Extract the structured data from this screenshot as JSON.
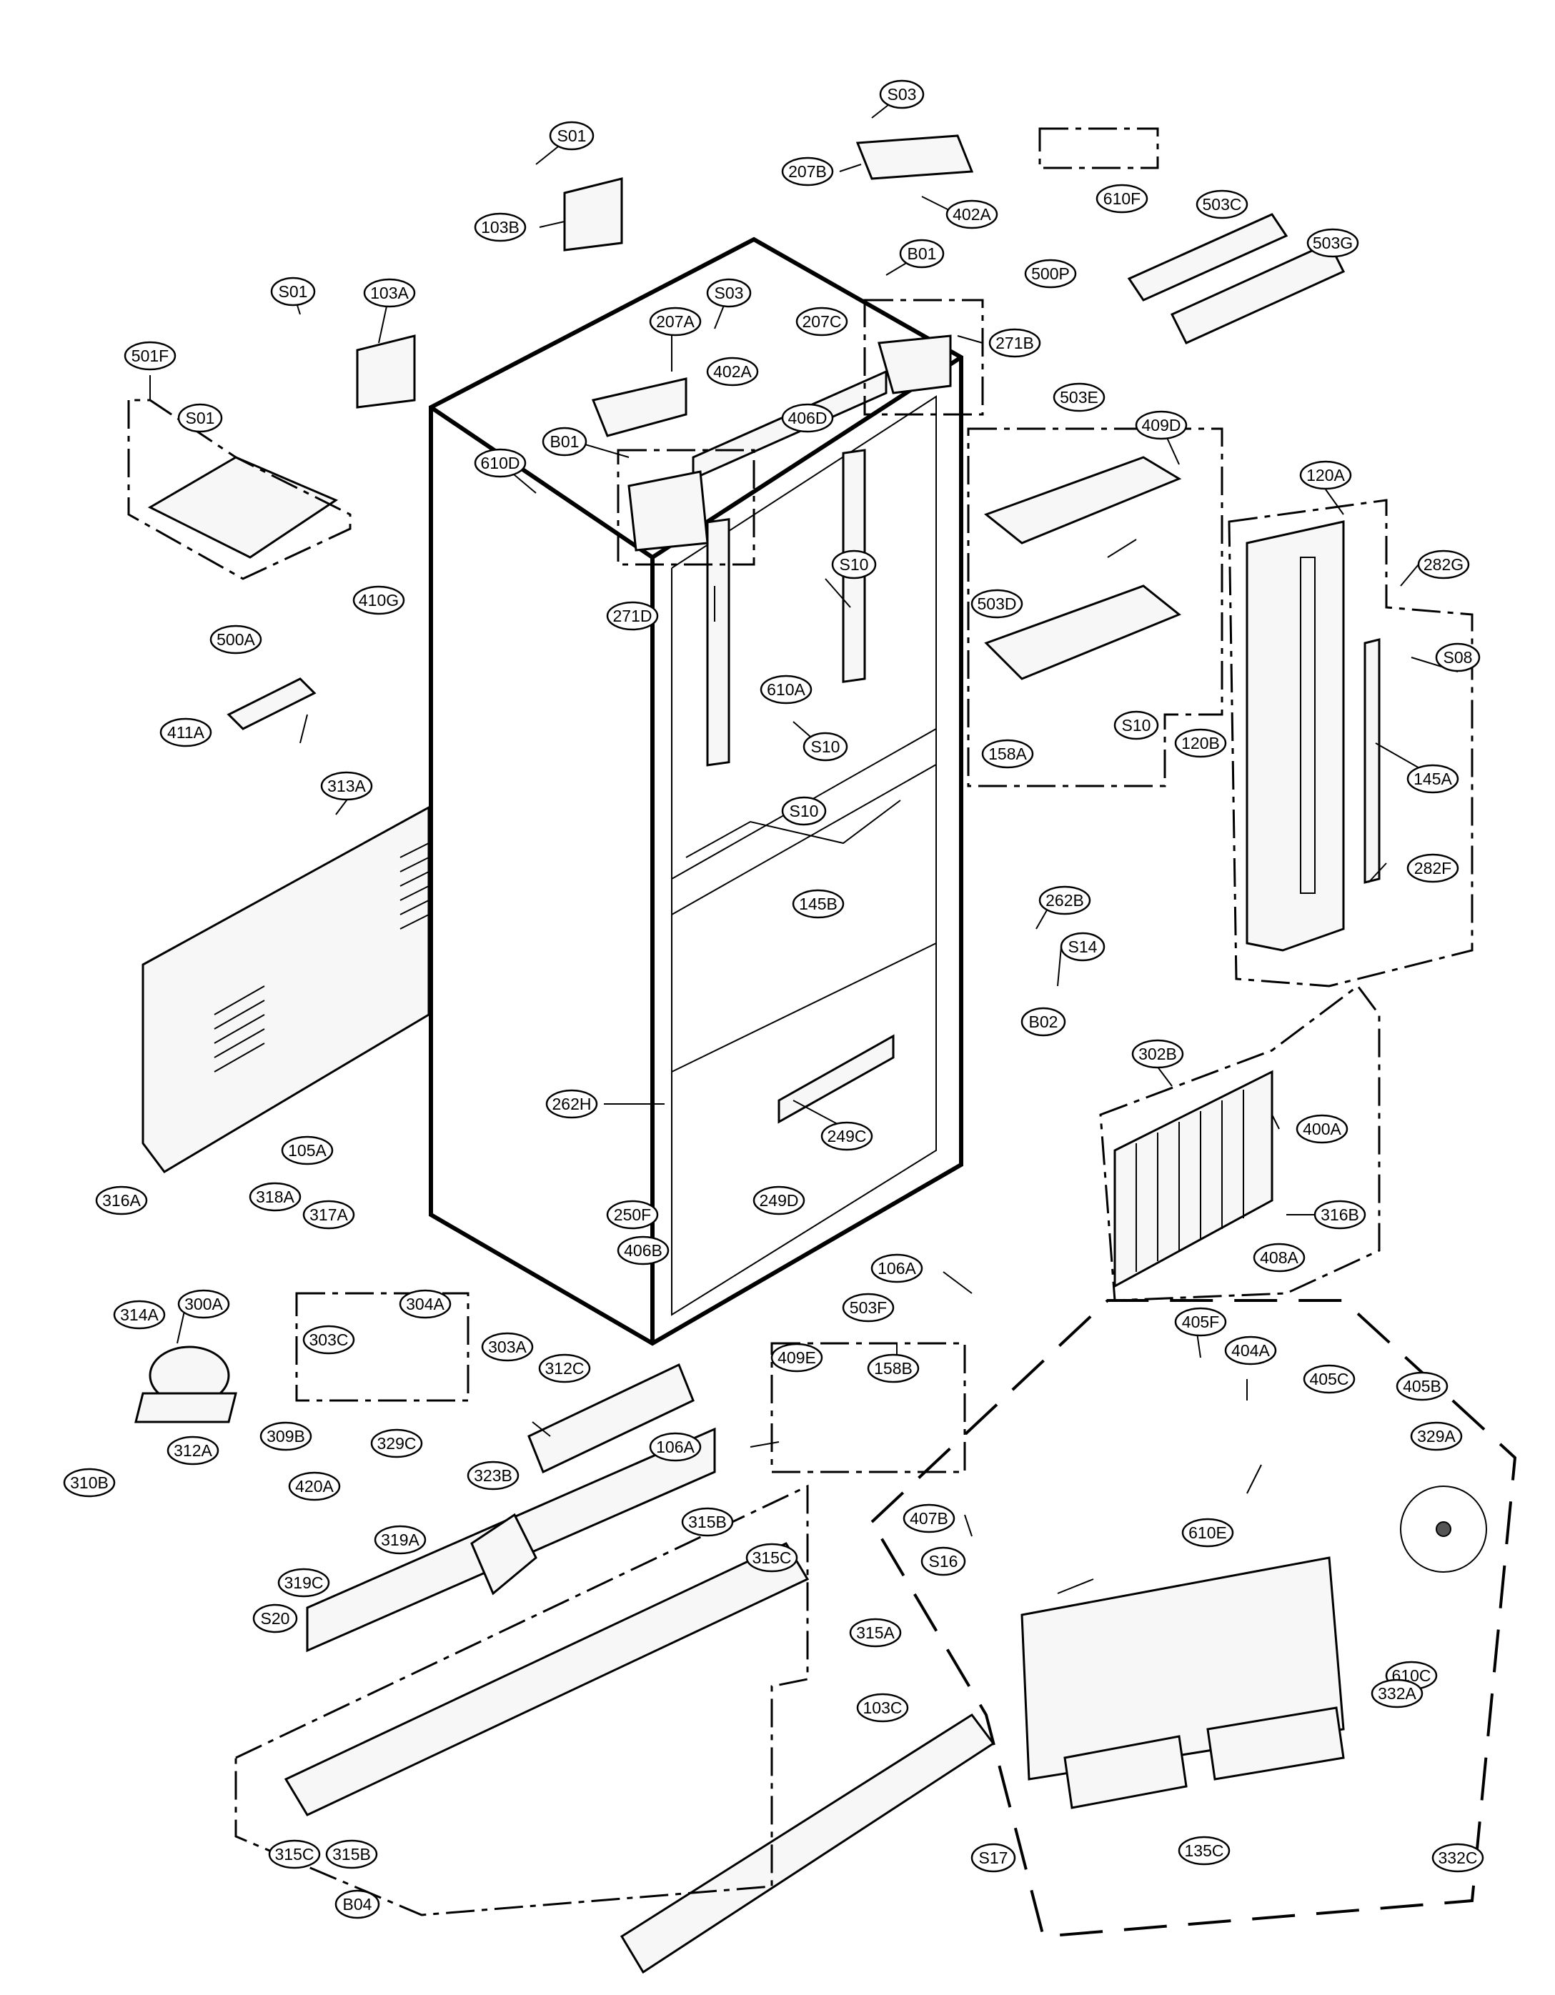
{
  "labels": [
    {
      "id": "S03a",
      "text": "S03"
    },
    {
      "id": "S01a",
      "text": "S01"
    },
    {
      "id": "207B",
      "text": "207B"
    },
    {
      "id": "402Aa",
      "text": "402A"
    },
    {
      "id": "610F",
      "text": "610F"
    },
    {
      "id": "503C",
      "text": "503C"
    },
    {
      "id": "503G",
      "text": "503G"
    },
    {
      "id": "103B",
      "text": "103B"
    },
    {
      "id": "B01a",
      "text": "B01"
    },
    {
      "id": "500P",
      "text": "500P"
    },
    {
      "id": "S01b",
      "text": "S01"
    },
    {
      "id": "103A",
      "text": "103A"
    },
    {
      "id": "207A",
      "text": "207A"
    },
    {
      "id": "S03b",
      "text": "S03"
    },
    {
      "id": "207C",
      "text": "207C"
    },
    {
      "id": "271B",
      "text": "271B"
    },
    {
      "id": "501F",
      "text": "501F"
    },
    {
      "id": "S01c",
      "text": "S01"
    },
    {
      "id": "402Ab",
      "text": "402A"
    },
    {
      "id": "503E",
      "text": "503E"
    },
    {
      "id": "406D",
      "text": "406D"
    },
    {
      "id": "610D",
      "text": "610D"
    },
    {
      "id": "B01b",
      "text": "B01"
    },
    {
      "id": "409D",
      "text": "409D"
    },
    {
      "id": "120A",
      "text": "120A"
    },
    {
      "id": "S10a",
      "text": "S10"
    },
    {
      "id": "282G",
      "text": "282G"
    },
    {
      "id": "271D",
      "text": "271D"
    },
    {
      "id": "503D",
      "text": "503D"
    },
    {
      "id": "410G",
      "text": "410G"
    },
    {
      "id": "S08",
      "text": "S08"
    },
    {
      "id": "500A",
      "text": "500A"
    },
    {
      "id": "610A",
      "text": "610A"
    },
    {
      "id": "S10b",
      "text": "S10"
    },
    {
      "id": "120B",
      "text": "120B"
    },
    {
      "id": "411A",
      "text": "411A"
    },
    {
      "id": "158A",
      "text": "158A"
    },
    {
      "id": "S10c",
      "text": "S10"
    },
    {
      "id": "145A",
      "text": "145A"
    },
    {
      "id": "313A",
      "text": "313A"
    },
    {
      "id": "S10d",
      "text": "S10"
    },
    {
      "id": "145B",
      "text": "145B"
    },
    {
      "id": "282F",
      "text": "282F"
    },
    {
      "id": "262B",
      "text": "262B"
    },
    {
      "id": "S14",
      "text": "S14"
    },
    {
      "id": "B02",
      "text": "B02"
    },
    {
      "id": "302B",
      "text": "302B"
    },
    {
      "id": "262H",
      "text": "262H"
    },
    {
      "id": "400A",
      "text": "400A"
    },
    {
      "id": "249C",
      "text": "249C"
    },
    {
      "id": "105A",
      "text": "105A"
    },
    {
      "id": "316A",
      "text": "316A"
    },
    {
      "id": "318A",
      "text": "318A"
    },
    {
      "id": "249D",
      "text": "249D"
    },
    {
      "id": "316B",
      "text": "316B"
    },
    {
      "id": "317A",
      "text": "317A"
    },
    {
      "id": "250F",
      "text": "250F"
    },
    {
      "id": "406B",
      "text": "406B"
    },
    {
      "id": "408A",
      "text": "408A"
    },
    {
      "id": "106Aa",
      "text": "106A"
    },
    {
      "id": "503F",
      "text": "503F"
    },
    {
      "id": "314A",
      "text": "314A"
    },
    {
      "id": "300A",
      "text": "300A"
    },
    {
      "id": "304A",
      "text": "304A"
    },
    {
      "id": "405F",
      "text": "405F"
    },
    {
      "id": "303C",
      "text": "303C"
    },
    {
      "id": "303A",
      "text": "303A"
    },
    {
      "id": "404A",
      "text": "404A"
    },
    {
      "id": "312C",
      "text": "312C"
    },
    {
      "id": "409E",
      "text": "409E"
    },
    {
      "id": "158B",
      "text": "158B"
    },
    {
      "id": "405C",
      "text": "405C"
    },
    {
      "id": "405B",
      "text": "405B"
    },
    {
      "id": "312A",
      "text": "312A"
    },
    {
      "id": "310B",
      "text": "310B"
    },
    {
      "id": "309B",
      "text": "309B"
    },
    {
      "id": "329C",
      "text": "329C"
    },
    {
      "id": "106Ab",
      "text": "106A"
    },
    {
      "id": "329A",
      "text": "329A"
    },
    {
      "id": "420A",
      "text": "420A"
    },
    {
      "id": "323B",
      "text": "323B"
    },
    {
      "id": "315Ba",
      "text": "315B"
    },
    {
      "id": "407B",
      "text": "407B"
    },
    {
      "id": "610E",
      "text": "610E"
    },
    {
      "id": "315Ca",
      "text": "315C"
    },
    {
      "id": "319A",
      "text": "319A"
    },
    {
      "id": "S16",
      "text": "S16"
    },
    {
      "id": "319C",
      "text": "319C"
    },
    {
      "id": "S20",
      "text": "S20"
    },
    {
      "id": "315A",
      "text": "315A"
    },
    {
      "id": "610C",
      "text": "610C"
    },
    {
      "id": "103C",
      "text": "103C"
    },
    {
      "id": "332A",
      "text": "332A"
    },
    {
      "id": "315Cb",
      "text": "315C"
    },
    {
      "id": "315Bb",
      "text": "315B"
    },
    {
      "id": "135C",
      "text": "135C"
    },
    {
      "id": "S17",
      "text": "S17"
    },
    {
      "id": "332C",
      "text": "332C"
    },
    {
      "id": "B04",
      "text": "B04"
    }
  ]
}
